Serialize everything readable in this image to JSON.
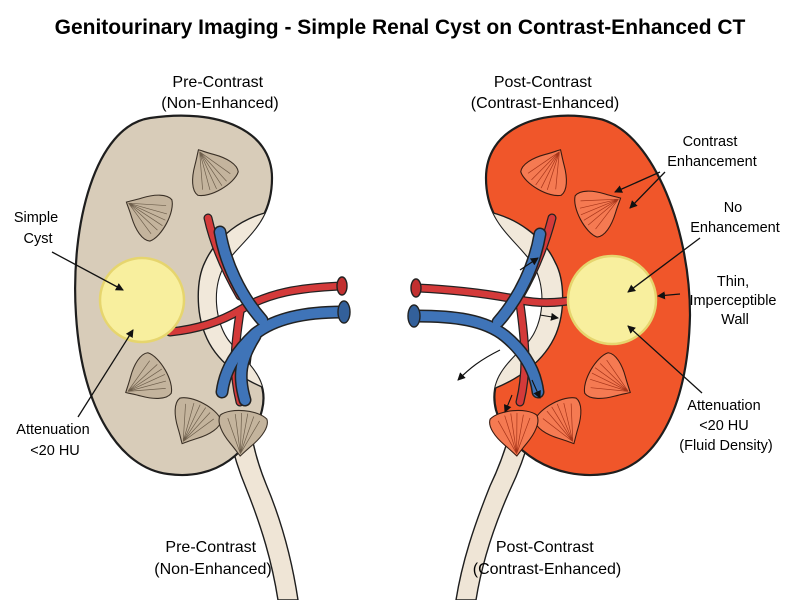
{
  "title": "Genitourinary Imaging - Simple Renal Cyst on Contrast-Enhanced CT",
  "left_panel": {
    "top_caption": [
      "Pre-Contrast",
      "(Non-Enhanced)"
    ],
    "bottom_caption": [
      "Pre-Contrast",
      "(Non-Enhanced)"
    ],
    "labels": {
      "simple_cyst": [
        "Simple",
        "Cyst"
      ],
      "attenuation": [
        "Attenuation",
        "<20 HU"
      ]
    }
  },
  "right_panel": {
    "top_caption": [
      "Post-Contrast",
      "(Contrast-Enhanced)"
    ],
    "bottom_caption": [
      "Post-Contrast",
      "(Contrast-Enhanced)"
    ],
    "labels": {
      "contrast_enhancement": [
        "Contrast",
        "Enhancement"
      ],
      "no_enhancement": [
        "No",
        "Enhancement"
      ],
      "thin_wall": [
        "Thin,",
        "Imperceptible",
        "Wall"
      ],
      "attenuation": [
        "Attenuation",
        "<20 HU",
        "(Fluid Density)"
      ]
    }
  },
  "colors": {
    "pre_cortex": "#d8ccb9",
    "pre_medulla": "#c4b49d",
    "post_cortex": "#f0562a",
    "post_medulla": "#f57a52",
    "sinus": "#f1e8da",
    "cyst_fill": "#f8ef9e",
    "cyst_rim": "#e6d56e",
    "artery": "#d43a3a",
    "vein": "#3f74b8"
  }
}
